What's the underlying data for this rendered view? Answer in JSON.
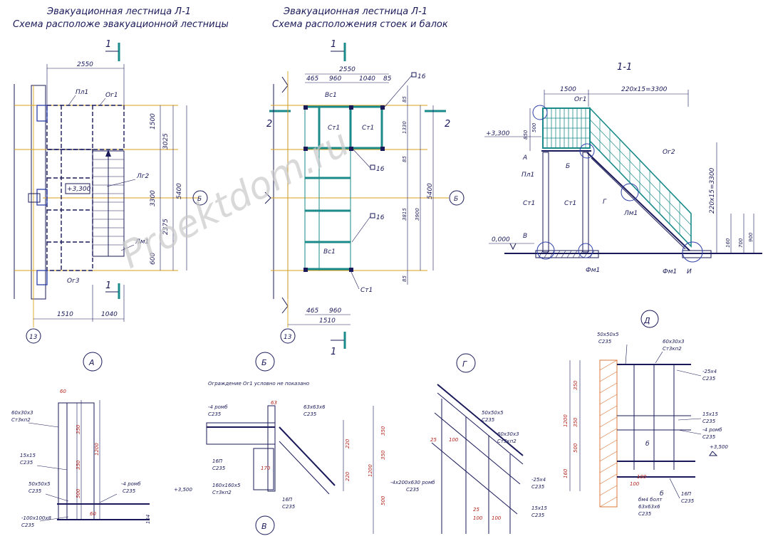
{
  "titles": {
    "left_line1": "Эвакуационная лестница Л-1",
    "left_line2": "Схема расположе          эвакуационной лестницы",
    "mid_line1": "Эвакуационная лестница Л-1",
    "mid_line2": "Схема расположения стоек и балок",
    "section_11": "1-1"
  },
  "watermark": "Proektdom.ru",
  "cut_labels": {
    "one": "1",
    "two": "2"
  },
  "axes": {
    "thirteen": "13",
    "b": "Б"
  },
  "left_plan": {
    "dim_top": "2550",
    "dim_bottom_a": "1510",
    "dim_bottom_b": "1040",
    "dim_r1": "1500",
    "dim_r2": "3025",
    "dim_r3": "3300",
    "dim_r4": "2375",
    "dim_r5": "5400",
    "dim_r6": "600",
    "level": "+3,300",
    "labels": [
      "Пл1",
      "Ог1",
      "Лг2",
      "Лм1",
      "Ог3"
    ]
  },
  "mid_plan": {
    "dim_top": "2550",
    "dim_top_parts": [
      "465",
      "960",
      "1040",
      "85"
    ],
    "dim_bottom_parts": [
      "465",
      "960"
    ],
    "dim_bottom": "1510",
    "dim_r": [
      "85",
      "1330",
      "85",
      "3815",
      "3900",
      "85",
      "5400"
    ],
    "labels": [
      "Вс1",
      "Ст1",
      "Ст1",
      "Вс1",
      "Ст1"
    ],
    "marks": [
      "16",
      "16",
      "16"
    ]
  },
  "section": {
    "dim_top_a": "1500",
    "dim_top_b": "220x15=3300",
    "dim_v": [
      "850",
      "500",
      "220x15=3300",
      "160",
      "700",
      "900"
    ],
    "level_top": "+3,300",
    "level_zero": "0,000",
    "labels": [
      "Ог1",
      "Ог2",
      "А",
      "Б",
      "В",
      "Г",
      "Д",
      "И",
      "Пл1",
      "Ст1",
      "Ст1",
      "Лм1",
      "Фм1",
      "Фм1"
    ]
  },
  "details": {
    "A": {
      "letter": "А",
      "notes": [
        "60x30x3",
        "Ст3кп2",
        "15x15",
        "С235",
        "50x50x5",
        "С235",
        "-4 ромб",
        "С235",
        "-100x100x8",
        "С235",
        "+3,500"
      ],
      "dims": [
        "60",
        "350",
        "1200",
        "350",
        "500",
        "60",
        "164"
      ]
    },
    "B": {
      "letter": "Б",
      "caption": "Ограждение Ог1 условно не показано",
      "notes": [
        "-4 ромб",
        "С235",
        "63x63x6",
        "С235",
        "16П",
        "С235",
        "160x160x5",
        "Ст3кп2",
        "16П",
        "С235"
      ],
      "dims": [
        "63",
        "220",
        "220",
        "170"
      ]
    },
    "G": {
      "letter": "Г",
      "notes": [
        "50x50x5",
        "С235",
        "60x30x3",
        "Ст3кп2",
        "-4x200x630 ромб",
        "С235",
        "-25x4",
        "С235",
        "15x15",
        "С235"
      ],
      "dims": [
        "350",
        "350",
        "1200",
        "500",
        "25",
        "100",
        "25",
        "100",
        "100"
      ]
    },
    "D": {
      "letter": "Д",
      "notes": [
        "50x50x5",
        "С235",
        "60x30x3",
        "Ст3кп2",
        "-25x4",
        "С235",
        "15x15",
        "С235",
        "-4 ромб",
        "С235",
        "+3,500",
        "16П",
        "С235",
        "бм4 болт",
        "63x63x6",
        "С235"
      ],
      "dims": [
        "350",
        "1200",
        "350",
        "500",
        "160",
        "100",
        "б",
        "б",
        "100"
      ]
    },
    "V": {
      "letter": "В"
    }
  }
}
